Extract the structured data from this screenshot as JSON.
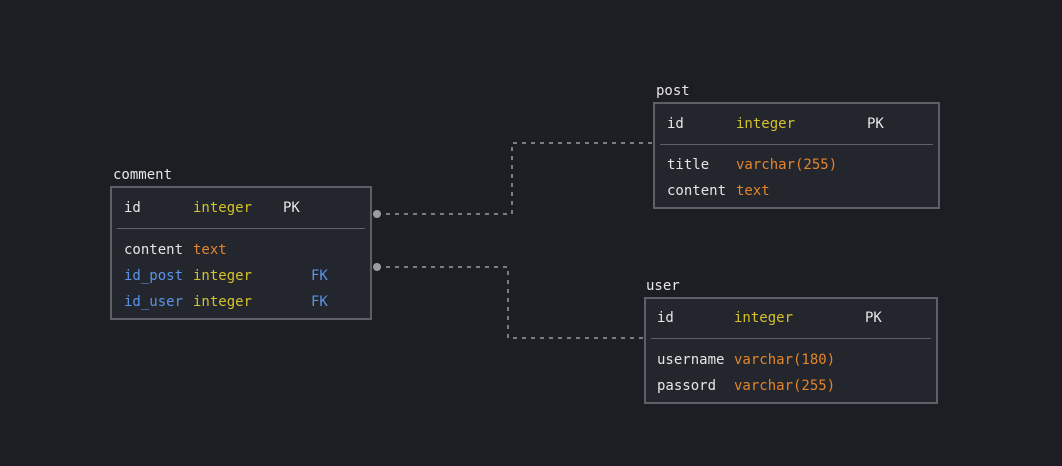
{
  "diagram": {
    "colors": {
      "background": "#1d1e23",
      "box_fill": "#24262d",
      "box_border": "#5d6069",
      "text": "#e6e6e6",
      "type_integer": "#d5c22c",
      "type_text": "#e3852d",
      "foreign_key": "#5b93e6",
      "connector": "#9a9ca3"
    },
    "tables": {
      "comment": {
        "name": "comment",
        "rows": [
          {
            "field": "id",
            "type": "integer",
            "key": "PK"
          },
          {
            "field": "content",
            "type": "text",
            "key": ""
          },
          {
            "field": "id_post",
            "type": "integer",
            "key": "FK"
          },
          {
            "field": "id_user",
            "type": "integer",
            "key": "FK"
          }
        ]
      },
      "post": {
        "name": "post",
        "rows": [
          {
            "field": "id",
            "type": "integer",
            "key": "PK"
          },
          {
            "field": "title",
            "type": "varchar(255)",
            "key": ""
          },
          {
            "field": "content",
            "type": "text",
            "key": ""
          }
        ]
      },
      "user": {
        "name": "user",
        "rows": [
          {
            "field": "id",
            "type": "integer",
            "key": "PK"
          },
          {
            "field": "username",
            "type": "varchar(180)",
            "key": ""
          },
          {
            "field": "passord",
            "type": "varchar(255)",
            "key": ""
          }
        ]
      }
    },
    "relations": [
      {
        "from": "comment.id_post",
        "to": "post.id"
      },
      {
        "from": "comment.id_user",
        "to": "user.id"
      }
    ]
  }
}
